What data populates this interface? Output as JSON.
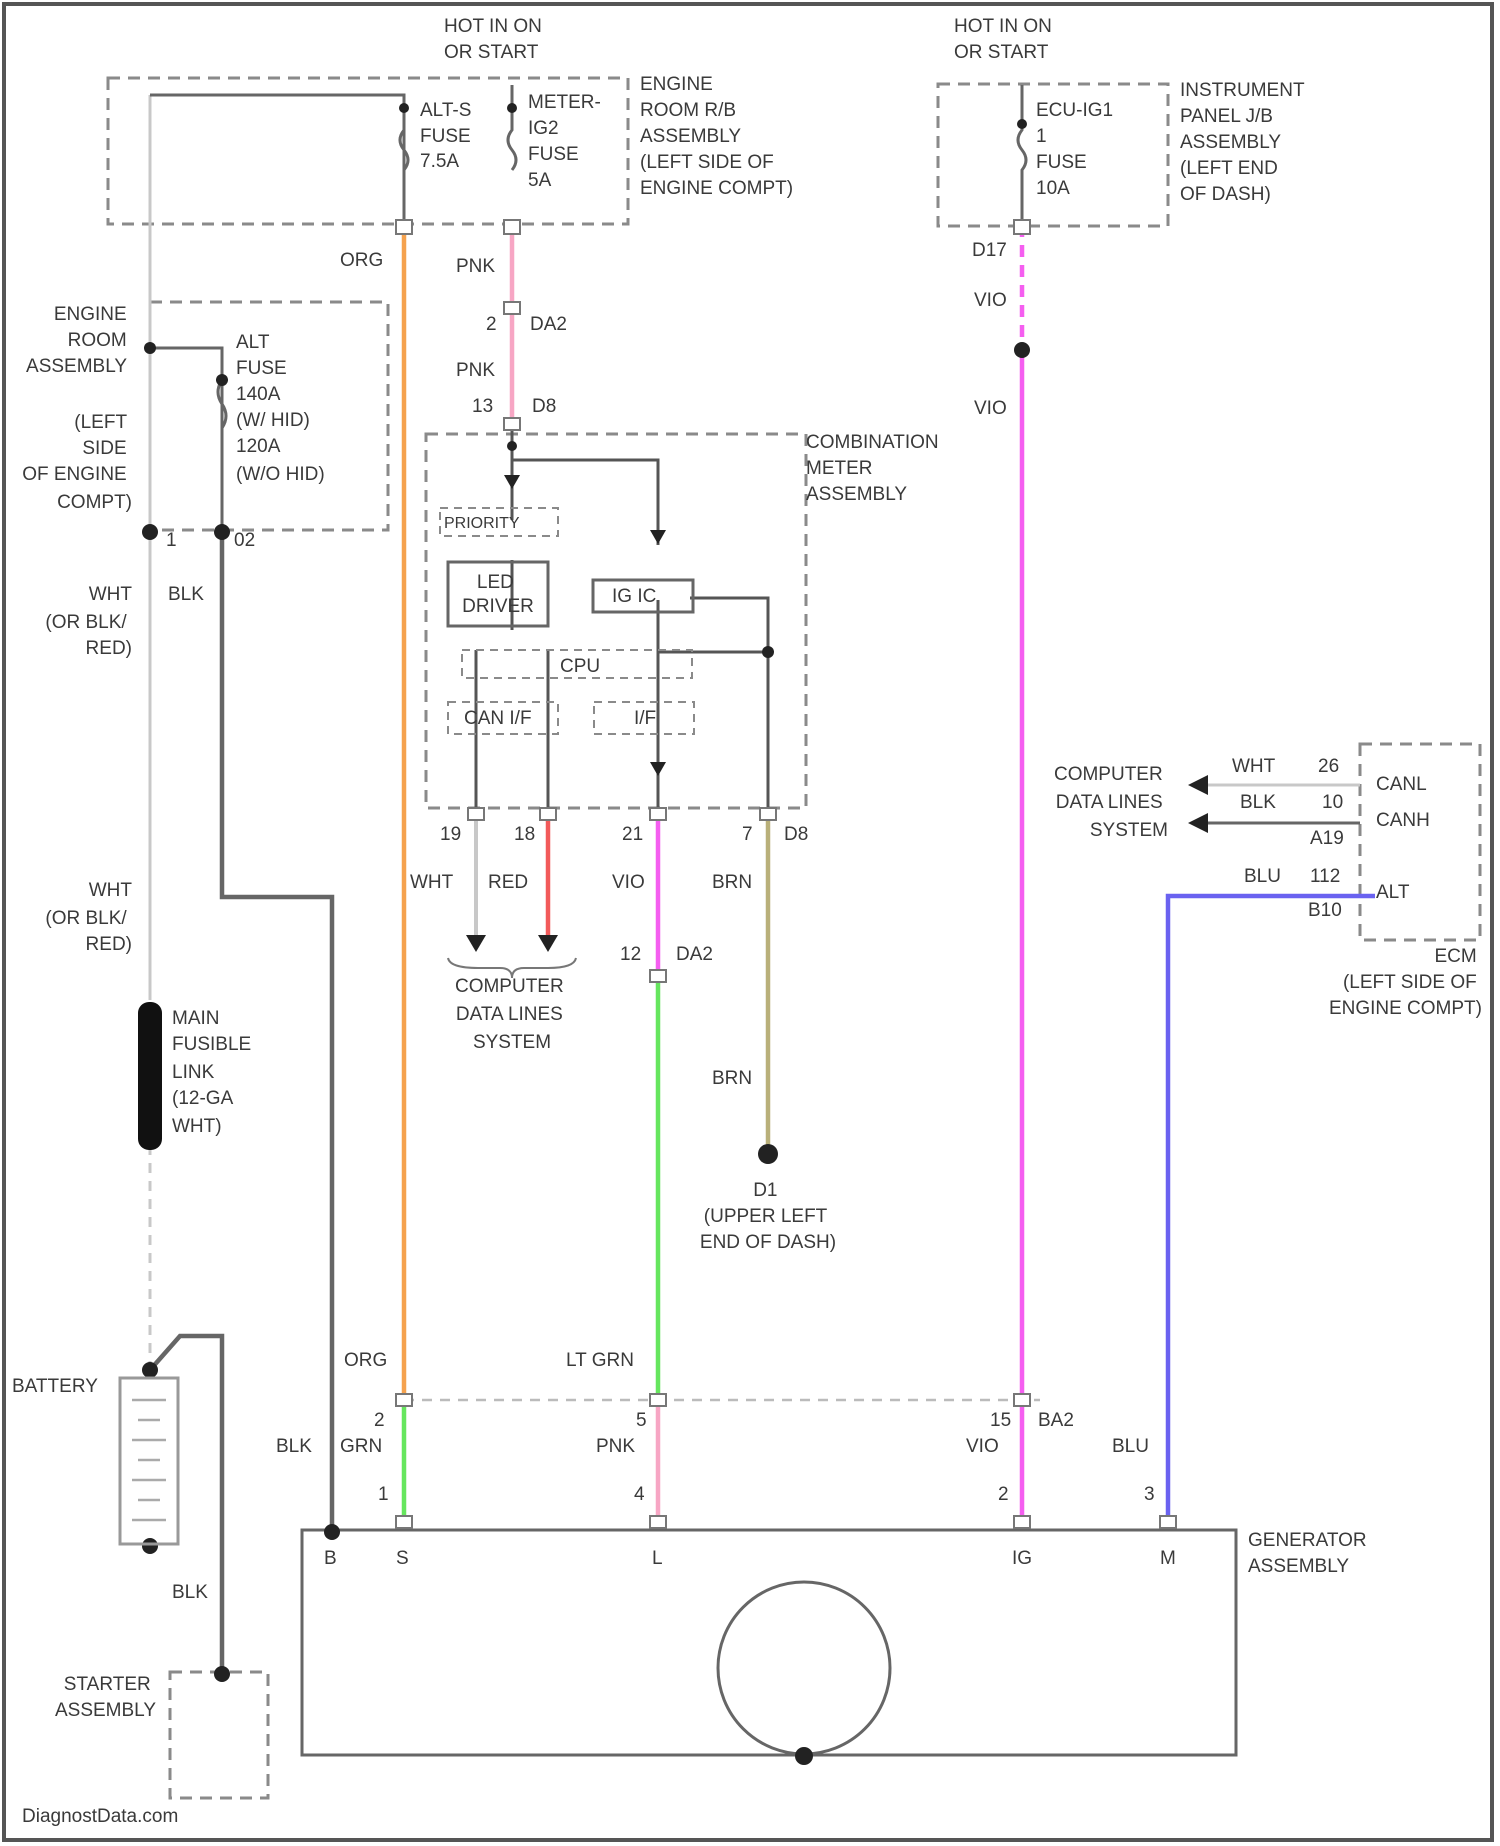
{
  "colors": {
    "org": "#f5a24e",
    "pnk": "#f7a6c4",
    "vio": "#f55ef0",
    "grn": "#66e65e",
    "brn": "#b9b07a",
    "red": "#f25a5a",
    "blu": "#6a62f0",
    "blk": "#555555",
    "wht": "#c8c8c8"
  },
  "labels": {
    "hot1": "HOT IN ON",
    "hot1b": "OR START",
    "hot2": "HOT IN ON",
    "hot2b": "OR START",
    "altsFuse": [
      "ALT-S",
      "FUSE",
      "7.5A"
    ],
    "meterFuse": [
      "METER-",
      "IG2",
      "FUSE",
      "5A"
    ],
    "erRb": [
      "ENGINE",
      "ROOM R/B",
      "ASSEMBLY",
      "(LEFT SIDE OF",
      "ENGINE COMPT)"
    ],
    "ecuFuse": [
      "ECU-IG1",
      "1",
      "FUSE",
      "10A"
    ],
    "ipjb": [
      "INSTRUMENT",
      "PANEL J/B",
      "ASSEMBLY",
      "(LEFT END",
      "OF DASH)"
    ],
    "erAssy": [
      "ENGINE",
      "ROOM",
      "ASSEMBLY",
      "(LEFT",
      "SIDE",
      "OF ENGINE",
      "COMPT)"
    ],
    "altFuse": [
      "ALT",
      "FUSE",
      "140A",
      "(W/ HID)",
      "120A",
      "(W/O HID)"
    ],
    "wireOrg": "ORG",
    "wirePnk1": "PNK",
    "conn2": "2",
    "connDA2a": "DA2",
    "wirePnk2": "PNK",
    "conn13": "13",
    "connD8": "D8",
    "d17": "D17",
    "wireVio1": "VIO",
    "wireVio2": "VIO",
    "combo": [
      "COMBINATION",
      "METER",
      "ASSEMBLY"
    ],
    "priority": "PRIORITY",
    "ledDriver": [
      "LED",
      "DRIVER"
    ],
    "ic": "IG IC",
    "cpu": "CPU",
    "canIf": "CAN I/F",
    "if": "I/F",
    "conn1": "1",
    "conn02": "02",
    "wireWht": "WHT",
    "wireWhtAlt": [
      "(OR BLK/",
      "RED)"
    ],
    "wireBlk": "BLK",
    "conn19": "19",
    "conn18": "18",
    "conn21": "21",
    "conn7": "7",
    "connD8b": "D8",
    "wireWht2": "WHT",
    "wireRed": "RED",
    "wireVio3": "VIO",
    "wireBrn": "BRN",
    "cdl1": [
      "COMPUTER",
      "DATA LINES",
      "SYSTEM"
    ],
    "conn12": "12",
    "connDA2b": "DA2",
    "wireBrn2": "BRN",
    "ground": [
      "D1",
      "(UPPER LEFT",
      "END OF DASH)"
    ],
    "wireWht3": "WHT",
    "wireWhtAlt2": [
      "(OR BLK/",
      "RED)"
    ],
    "mfl": [
      "MAIN",
      "FUSIBLE",
      "LINK",
      "(12-GA",
      "WHT)"
    ],
    "cdl2": [
      "COMPUTER",
      "DATA LINES",
      "SYSTEM"
    ],
    "ecmWht": "WHT",
    "ecm26": "26",
    "ecmBlk": "BLK",
    "ecm10": "10",
    "ecmA19": "A19",
    "ecmBlu": "BLU",
    "ecm112": "112",
    "ecmB10": "B10",
    "canl": "CANL",
    "canh": "CANH",
    "altPin": "ALT",
    "ecm": [
      "ECM",
      "(LEFT SIDE OF",
      "ENGINE COMPT)"
    ],
    "battery": "BATTERY",
    "org2": "ORG",
    "ltgrn": "LT GRN",
    "bot2": "2",
    "bot5": "5",
    "bot15": "15",
    "botBA2": "BA2",
    "blk2": "BLK",
    "grn": "GRN",
    "pnk3": "PNK",
    "vio4": "VIO",
    "blu2": "BLU",
    "pin1": "1",
    "pin4": "4",
    "pin2": "2",
    "pin3": "3",
    "blk3": "BLK",
    "termB": "B",
    "termS": "S",
    "termL": "L",
    "termIG": "IG",
    "termM": "M",
    "genAssy": [
      "GENERATOR",
      "ASSEMBLY"
    ],
    "starter": [
      "STARTER",
      "ASSEMBLY"
    ],
    "watermark": "DiagnostData.com"
  }
}
